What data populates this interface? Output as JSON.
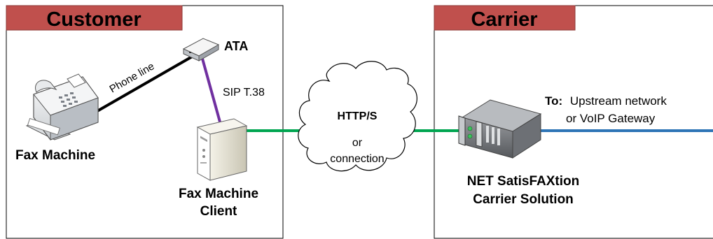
{
  "colors": {
    "header_fill": "#c0504d",
    "header_border": "#8c3836",
    "phone_line": "#000000",
    "sip_line": "#7030a0",
    "http_line": "#00a550",
    "upstream_line": "#2e75b6"
  },
  "customer": {
    "title": "Customer",
    "fax_machine_label": "Fax Machine",
    "ata_label": "ATA",
    "phone_line_label": "Phone line",
    "sip_label": "SIP T.38",
    "client_label_line1": "Fax Machine",
    "client_label_line2": "Client"
  },
  "cloud": {
    "line1": "HTTP/S",
    "line2": "or",
    "line3": "connection"
  },
  "carrier": {
    "title": "Carrier",
    "to_label": "To:",
    "to_text_line1": "Upstream network",
    "to_text_line2": "or VoIP Gateway",
    "solution_line1": "NET SatisFAXtion",
    "solution_line2": "Carrier Solution"
  },
  "icons": [
    "fax-machine-icon",
    "ata-device-icon",
    "client-server-icon",
    "cloud-icon",
    "rack-server-icon"
  ]
}
